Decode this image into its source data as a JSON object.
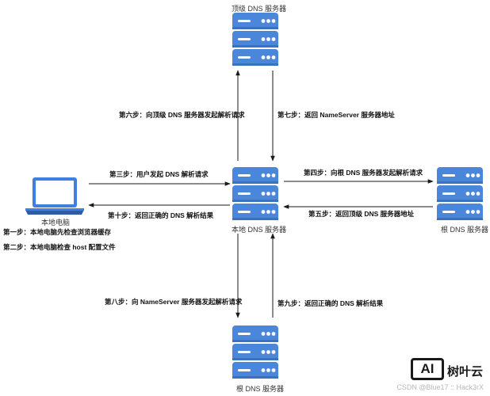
{
  "nodes": {
    "laptop": "本地电脑",
    "local_dns": "本地 DNS 服务器",
    "top_dns": "顶级 DNS 服务器",
    "root_dns_right": "根 DNS 服务器",
    "root_dns_bottom": "根 DNS 服务器"
  },
  "notes": {
    "step1": "第一步：本地电脑先检查浏览器缓存",
    "step2": "第二步：本地电脑检查 host 配置文件"
  },
  "steps": {
    "step3": "第三步：用户发起 DNS 解析请求",
    "step4": "第四步：向根 DNS 服务器发起解析请求",
    "step5": "第五步：返回顶级 DNS 服务器地址",
    "step6": "第六步：向顶级 DNS 服务器发起解析请求",
    "step7": "第七步：返回 NameServer 服务器地址",
    "step8": "第八步：向 NameServer 服务器发起解析请求",
    "step9": "第九步：返回正确的 DNS 解析结果",
    "step10": "第十步：返回正确的 DNS 解析结果"
  },
  "watermark": {
    "logo_text": "AI",
    "name": "树叶云",
    "credit": "CSDN @Blue17 :: Hack3rX"
  },
  "colors": {
    "server_blue": "#4a86d9",
    "laptop_blue": "#3f7fe0",
    "arrow": "#1a1a1a"
  }
}
